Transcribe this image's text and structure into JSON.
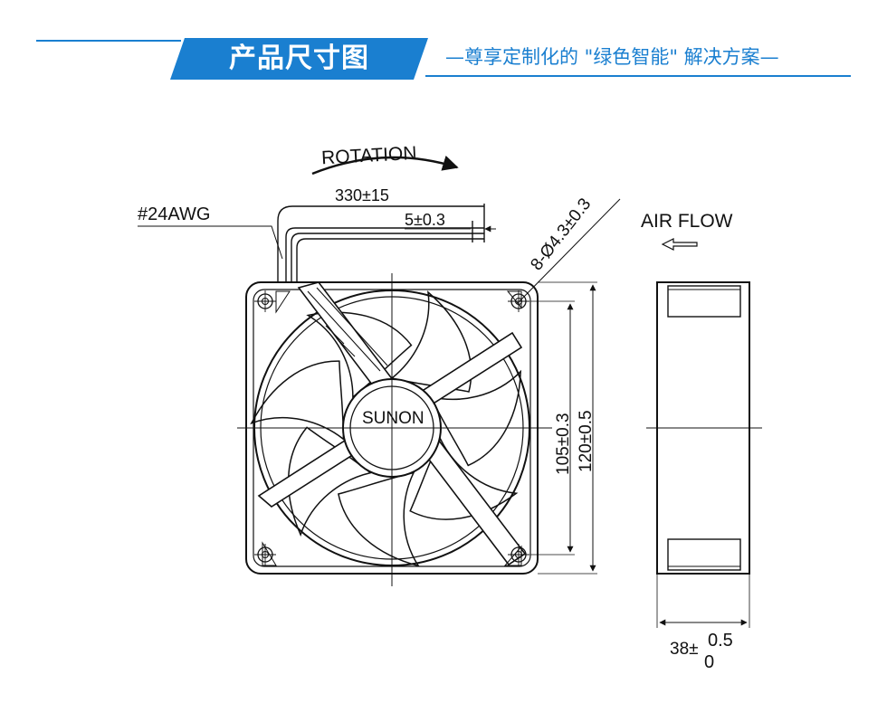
{
  "header": {
    "title": "产品尺寸图",
    "subtitle": "—尊享定制化的 \"绿色智能\" 解决方案—",
    "accent_color": "#1a7fd0"
  },
  "drawing": {
    "rotation_label": "ROTATION",
    "wire_gauge": "#24AWG",
    "lead_length": "330±15",
    "strip_length": "5±0.3",
    "hole_spec": "8-Ø4.3±0.3",
    "airflow_label": "AIR FLOW",
    "brand": "SUNON",
    "hole_pitch": "105±0.3",
    "frame_size": "120±0.5",
    "depth_base": "38±",
    "depth_upper_tol": "0.5",
    "depth_lower_tol": "0"
  }
}
